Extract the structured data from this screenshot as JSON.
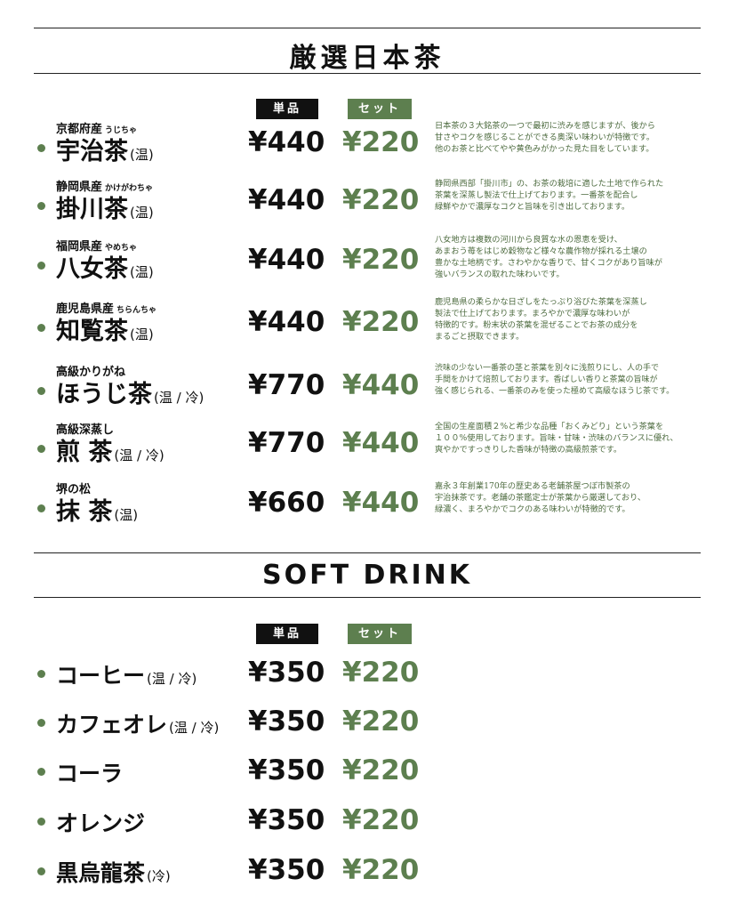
{
  "tea": {
    "title": "厳選日本茶",
    "label_single": "単品",
    "label_set": "セット",
    "items": [
      {
        "origin": "京都府産",
        "reading": "うじちゃ",
        "name": "宇治茶",
        "temp": "(温)",
        "price_single": "¥440",
        "price_set": "¥220",
        "desc": "日本茶の３大銘茶の一つで最初に渋みを感じますが、後から\n甘さやコクを感じることができる奥深い味わいが特徴です。\n他のお茶と比べてやや黄色みがかった見た目をしています。"
      },
      {
        "origin": "静岡県産",
        "reading": "かけがわちゃ",
        "name": "掛川茶",
        "temp": "(温)",
        "price_single": "¥440",
        "price_set": "¥220",
        "desc": "静岡県西部「掛川市」の、お茶の栽培に適した土地で作られた\n茶葉を深蒸し製法で仕上げております。一番茶を配合し\n緑鮮やかで濃厚なコクと旨味を引き出しております。"
      },
      {
        "origin": "福岡県産",
        "reading": "やめちゃ",
        "name": "八女茶",
        "temp": "(温)",
        "price_single": "¥440",
        "price_set": "¥220",
        "desc": "八女地方は複数の河川から良質な水の恩恵を受け、\nあまおう苺をはじめ穀物など様々な農作物が採れる土壌の\n豊かな土地柄です。さわやかな香りで、甘くコクがあり旨味が\n強いバランスの取れた味わいです。"
      },
      {
        "origin": "鹿児島県産",
        "reading": "ちらんちゃ",
        "name": "知覧茶",
        "temp": "(温)",
        "price_single": "¥440",
        "price_set": "¥220",
        "desc": "鹿児島県の柔らかな日ざしをたっぷり浴びた茶葉を深蒸し\n製法で仕上げております。まろやかで濃厚な味わいが\n特徴的です。粉末状の茶葉を混ぜることでお茶の成分を\nまるごと摂取できます。"
      },
      {
        "origin": "高級かりがね",
        "reading": "",
        "name": "ほうじ茶",
        "temp": "(温 / 冷)",
        "price_single": "¥770",
        "price_set": "¥440",
        "desc": "渋味の少ない一番茶の茎と茶葉を別々に浅煎りにし、人の手で\n手間をかけて焙煎しております。香ばしい香りと茶葉の旨味が\n強く感じられる、一番茶のみを使った極めて高級なほうじ茶です。"
      },
      {
        "origin": "高級深蒸し",
        "reading": "",
        "name": "煎 茶",
        "temp": "(温 / 冷)",
        "price_single": "¥770",
        "price_set": "¥440",
        "desc": "全国の生産面積２%と希少な品種「おくみどり」という茶葉を\n１００%使用しております。旨味・甘味・渋味のバランスに優れ、\n爽やかですっきりした香味が特徴の高級煎茶です。"
      },
      {
        "origin": "堺の松",
        "reading": "",
        "name": "抹 茶",
        "temp": "(温)",
        "price_single": "¥660",
        "price_set": "¥440",
        "desc": "嘉永３年創業170年の歴史ある老舗茶屋つぼ市製茶の\n宇治抹茶です。老舗の茶鑑定士が茶葉から厳選しており、\n緑濃く、まろやかでコクのある味わいが特徴的です。"
      }
    ]
  },
  "drink": {
    "title": "SOFT DRINK",
    "label_single": "単品",
    "label_set": "セット",
    "items": [
      {
        "name": "コーヒー",
        "temp": "(温 / 冷)",
        "price_single": "¥350",
        "price_set": "¥220"
      },
      {
        "name": "カフェオレ",
        "temp": "(温 / 冷)",
        "price_single": "¥350",
        "price_set": "¥220"
      },
      {
        "name": "コーラ",
        "temp": "",
        "price_single": "¥350",
        "price_set": "¥220"
      },
      {
        "name": "オレンジ",
        "temp": "",
        "price_single": "¥350",
        "price_set": "¥220"
      },
      {
        "name": "黒烏龍茶",
        "temp": "(冷)",
        "price_single": "¥350",
        "price_set": "¥220"
      }
    ]
  },
  "colors": {
    "accent_green": "#5d7f4f",
    "dark": "#111111"
  }
}
